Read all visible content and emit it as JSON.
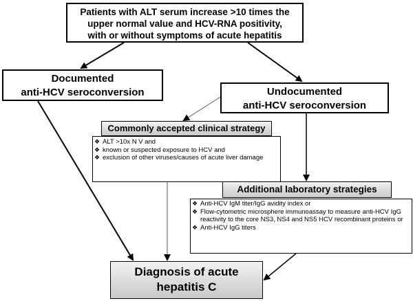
{
  "top_box": {
    "lines": [
      "Patients with ALT serum increase >10 times the",
      "upper normal value and HCV-RNA positivity,",
      "with or without symptoms of acute hepatitis"
    ]
  },
  "documented": {
    "lines": [
      "Documented",
      "anti-HCV seroconversion"
    ]
  },
  "undocumented": {
    "lines": [
      "Undocumented",
      "anti-HCV seroconversion"
    ]
  },
  "common_strategy": {
    "title": "Commonly accepted clinical strategy",
    "bullet_icon": "diamond-bullet-icon",
    "items": [
      "ALT >10x N V  and",
      "known or suspected exposure to HCV  and",
      "exclusion of other viruses/causes of acute liver damage"
    ]
  },
  "additional_strategy": {
    "title": "Additional laboratory strategies",
    "bullet_icon": "diamond-bullet-icon",
    "items": [
      "Anti-HCV IgM titer/IgG  avidity index or",
      "Flow-cytometric microsphere immunoassay to measure anti-HCV IgG reactivity to the core NS3, NS4 and NS5 HCV recombinant proteins  or",
      "Anti-HCV IgG titers"
    ]
  },
  "diagnosis": {
    "lines": [
      "Diagnosis of acute",
      "hepatitis C"
    ]
  }
}
